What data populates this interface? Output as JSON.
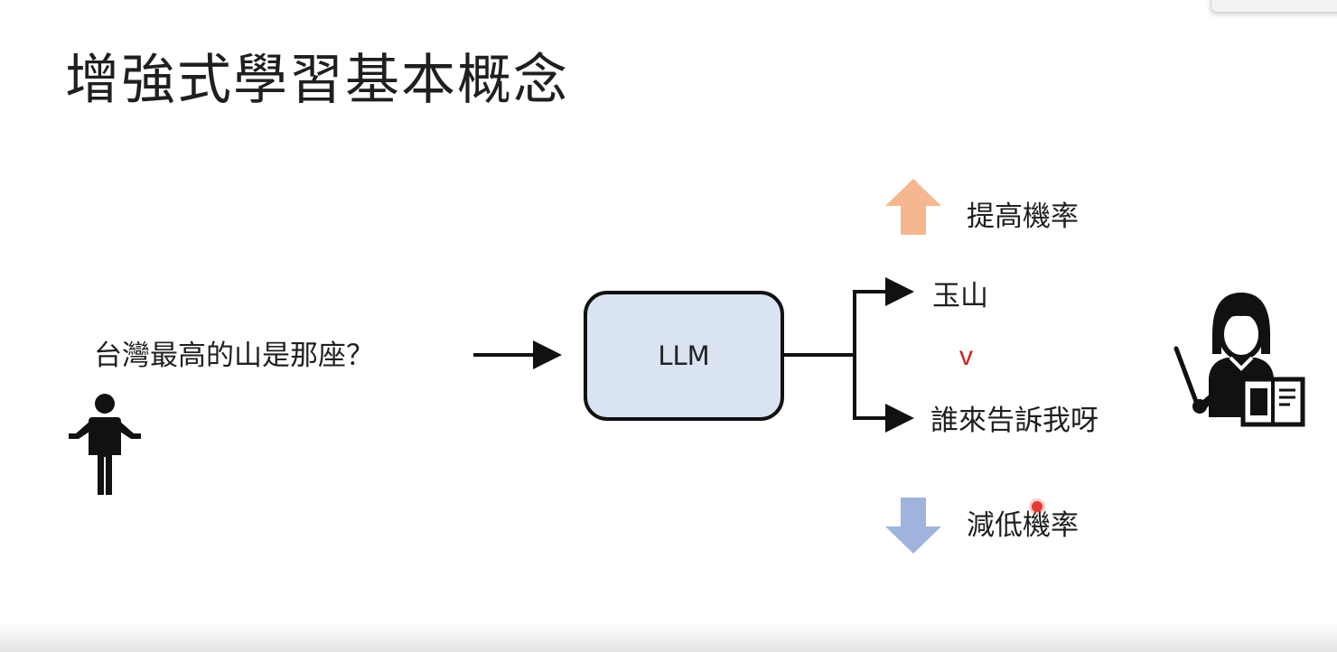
{
  "slide": {
    "title": "增強式學習基本概念",
    "question": "台灣最高的山是那座？",
    "model_label": "LLM",
    "outputs": {
      "good": "玉山",
      "bad": "誰來告訴我呀",
      "compare_mark": "v"
    },
    "feedback": {
      "increase": "提高機率",
      "decrease": "減低機率"
    }
  },
  "colors": {
    "llm_fill": "#d9e3f1",
    "up_arrow": "#f5b78f",
    "down_arrow": "#9fb3dd",
    "compare_mark": "#d21f1f"
  },
  "icons": {
    "user": "person-shrug-icon",
    "teacher": "teacher-icon",
    "increase": "up-arrow-icon",
    "decrease": "down-arrow-icon"
  }
}
